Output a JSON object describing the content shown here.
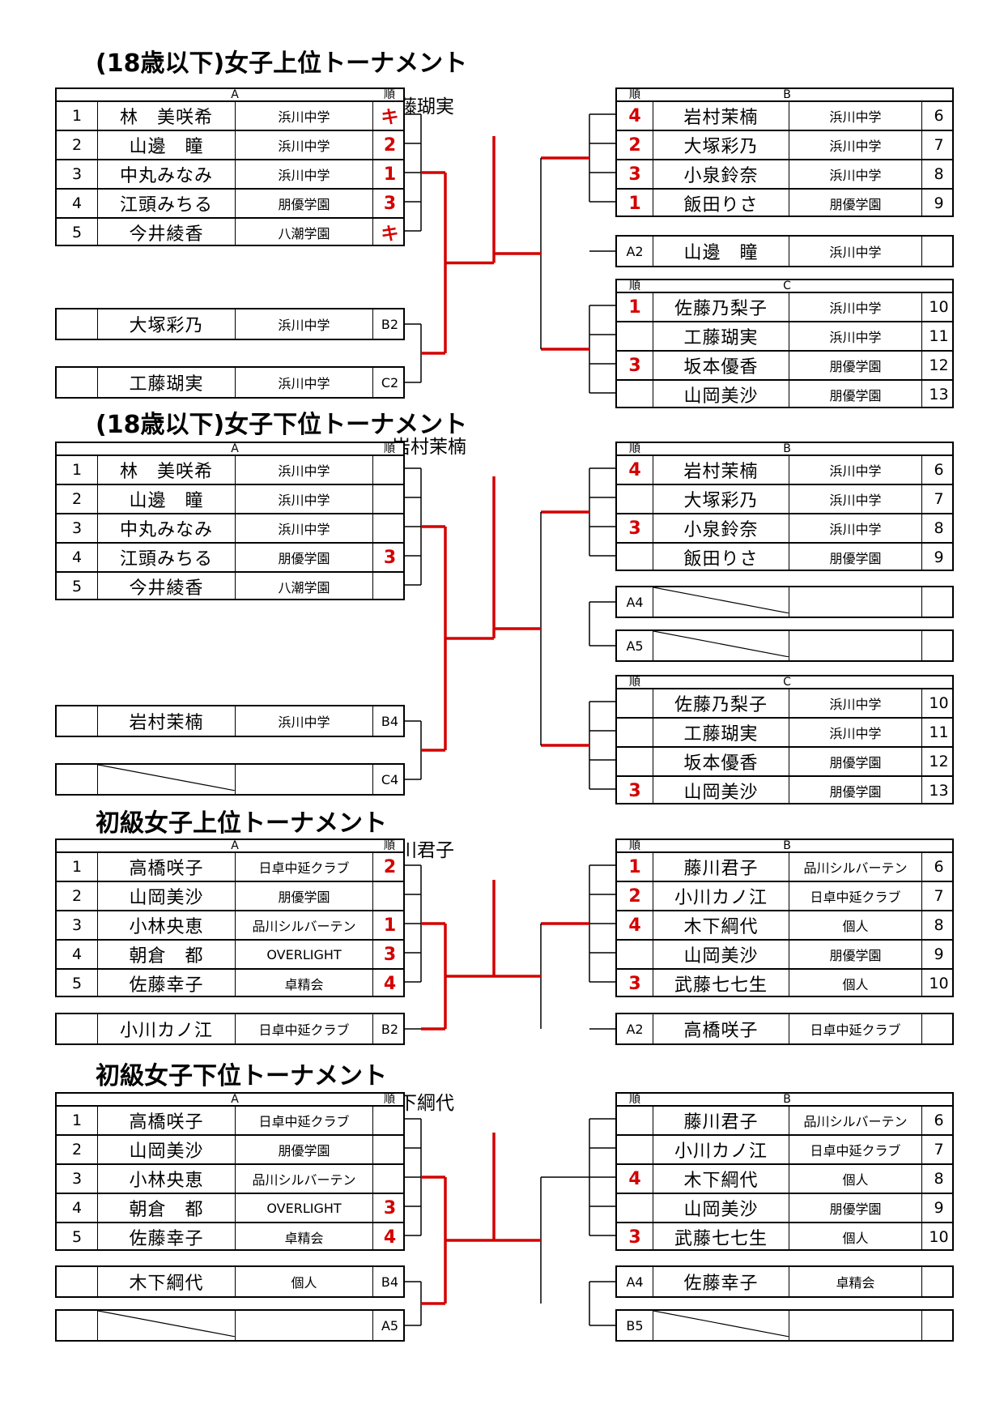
{
  "sections": [
    {
      "title": "(18歳以下)女子上位トーナメント",
      "winner": "工藤瑚実",
      "left_group": {
        "header": {
          "group": "A",
          "order": "順"
        },
        "rows": [
          {
            "idx": "1",
            "name": "林　美咲希",
            "team": "浜川中学",
            "order": "キ"
          },
          {
            "idx": "2",
            "name": "山邊　瞳",
            "team": "浜川中学",
            "order": "2"
          },
          {
            "idx": "3",
            "name": "中丸みなみ",
            "team": "浜川中学",
            "order": "1"
          },
          {
            "idx": "4",
            "name": "江頭みちる",
            "team": "朋優学園",
            "order": "3"
          },
          {
            "idx": "5",
            "name": "今井綾香",
            "team": "八潮学園",
            "order": "キ"
          }
        ]
      },
      "left_singles": [
        {
          "name": "大塚彩乃",
          "team": "浜川中学",
          "code": "B2"
        },
        {
          "name": "工藤瑚実",
          "team": "浜川中学",
          "code": "C2"
        }
      ],
      "right_groups": [
        {
          "header": {
            "group": "B",
            "order": "順"
          },
          "rows": [
            {
              "order": "4",
              "name": "岩村茉楠",
              "team": "浜川中学",
              "num": "6"
            },
            {
              "order": "2",
              "name": "大塚彩乃",
              "team": "浜川中学",
              "num": "7"
            },
            {
              "order": "3",
              "name": "小泉鈴奈",
              "team": "浜川中学",
              "num": "8"
            },
            {
              "order": "1",
              "name": "飯田りさ",
              "team": "朋優学園",
              "num": "9"
            }
          ]
        },
        {
          "header": {
            "group": "C",
            "order": "順"
          },
          "rows": [
            {
              "order": "1",
              "name": "佐藤乃梨子",
              "team": "浜川中学",
              "num": "10"
            },
            {
              "order": "",
              "name": "工藤瑚実",
              "team": "浜川中学",
              "num": "11"
            },
            {
              "order": "3",
              "name": "坂本優香",
              "team": "朋優学園",
              "num": "12"
            },
            {
              "order": "",
              "name": "山岡美沙",
              "team": "朋優学園",
              "num": "13"
            }
          ]
        }
      ],
      "right_singles": [
        {
          "code": "A2",
          "name": "山邊　瞳",
          "team": "浜川中学"
        }
      ]
    },
    {
      "title": "(18歳以下)女子下位トーナメント",
      "winner": "岩村茉楠",
      "left_group": {
        "header": {
          "group": "A",
          "order": "順"
        },
        "rows": [
          {
            "idx": "1",
            "name": "林　美咲希",
            "team": "浜川中学",
            "order": ""
          },
          {
            "idx": "2",
            "name": "山邊　瞳",
            "team": "浜川中学",
            "order": ""
          },
          {
            "idx": "3",
            "name": "中丸みなみ",
            "team": "浜川中学",
            "order": ""
          },
          {
            "idx": "4",
            "name": "江頭みちる",
            "team": "朋優学園",
            "order": "3"
          },
          {
            "idx": "5",
            "name": "今井綾香",
            "team": "八潮学園",
            "order": ""
          }
        ]
      },
      "left_singles": [
        {
          "name": "岩村茉楠",
          "team": "浜川中学",
          "code": "B4"
        },
        {
          "name": "",
          "team": "",
          "code": "C4"
        }
      ],
      "right_groups": [
        {
          "header": {
            "group": "B",
            "order": "順"
          },
          "rows": [
            {
              "order": "4",
              "name": "岩村茉楠",
              "team": "浜川中学",
              "num": "6"
            },
            {
              "order": "",
              "name": "大塚彩乃",
              "team": "浜川中学",
              "num": "7"
            },
            {
              "order": "3",
              "name": "小泉鈴奈",
              "team": "浜川中学",
              "num": "8"
            },
            {
              "order": "",
              "name": "飯田りさ",
              "team": "朋優学園",
              "num": "9"
            }
          ]
        },
        {
          "header": {
            "group": "C",
            "order": "順"
          },
          "rows": [
            {
              "order": "",
              "name": "佐藤乃梨子",
              "team": "浜川中学",
              "num": "10"
            },
            {
              "order": "",
              "name": "工藤瑚実",
              "team": "浜川中学",
              "num": "11"
            },
            {
              "order": "",
              "name": "坂本優香",
              "team": "朋優学園",
              "num": "12"
            },
            {
              "order": "3",
              "name": "山岡美沙",
              "team": "朋優学園",
              "num": "13"
            }
          ]
        }
      ],
      "right_singles": [
        {
          "code": "A4",
          "name": "",
          "team": ""
        },
        {
          "code": "A5",
          "name": "",
          "team": ""
        }
      ]
    },
    {
      "title": "初級女子上位トーナメント",
      "winner": "藤川君子",
      "left_group": {
        "header": {
          "group": "A",
          "order": "順"
        },
        "rows": [
          {
            "idx": "1",
            "name": "高橋咲子",
            "team": "日卓中延クラブ",
            "order": "2"
          },
          {
            "idx": "2",
            "name": "山岡美沙",
            "team": "朋優学園",
            "order": ""
          },
          {
            "idx": "3",
            "name": "小林央恵",
            "team": "品川シルバーテン",
            "order": "1"
          },
          {
            "idx": "4",
            "name": "朝倉　都",
            "team": "OVERLIGHT",
            "order": "3"
          },
          {
            "idx": "5",
            "name": "佐藤幸子",
            "team": "卓精会",
            "order": "4"
          }
        ]
      },
      "left_singles": [
        {
          "name": "小川カノ江",
          "team": "日卓中延クラブ",
          "code": "B2"
        }
      ],
      "right_groups": [
        {
          "header": {
            "group": "B",
            "order": "順"
          },
          "rows": [
            {
              "order": "1",
              "name": "藤川君子",
              "team": "品川シルバーテン",
              "num": "6"
            },
            {
              "order": "2",
              "name": "小川カノ江",
              "team": "日卓中延クラブ",
              "num": "7"
            },
            {
              "order": "4",
              "name": "木下綱代",
              "team": "個人",
              "num": "8"
            },
            {
              "order": "",
              "name": "山岡美沙",
              "team": "朋優学園",
              "num": "9"
            },
            {
              "order": "3",
              "name": "武藤七七生",
              "team": "個人",
              "num": "10"
            }
          ]
        }
      ],
      "right_singles": [
        {
          "code": "A2",
          "name": "高橋咲子",
          "team": "日卓中延クラブ"
        }
      ]
    },
    {
      "title": "初級女子下位トーナメント",
      "winner": "木下綱代",
      "left_group": {
        "header": {
          "group": "A",
          "order": "順"
        },
        "rows": [
          {
            "idx": "1",
            "name": "高橋咲子",
            "team": "日卓中延クラブ",
            "order": ""
          },
          {
            "idx": "2",
            "name": "山岡美沙",
            "team": "朋優学園",
            "order": ""
          },
          {
            "idx": "3",
            "name": "小林央恵",
            "team": "品川シルバーテン",
            "order": ""
          },
          {
            "idx": "4",
            "name": "朝倉　都",
            "team": "OVERLIGHT",
            "order": "3"
          },
          {
            "idx": "5",
            "name": "佐藤幸子",
            "team": "卓精会",
            "order": "4"
          }
        ]
      },
      "left_singles": [
        {
          "name": "木下綱代",
          "team": "個人",
          "code": "B4"
        },
        {
          "name": "",
          "team": "",
          "code": "A5"
        }
      ],
      "right_groups": [
        {
          "header": {
            "group": "B",
            "order": "順"
          },
          "rows": [
            {
              "order": "",
              "name": "藤川君子",
              "team": "品川シルバーテン",
              "num": "6"
            },
            {
              "order": "",
              "name": "小川カノ江",
              "team": "日卓中延クラブ",
              "num": "7"
            },
            {
              "order": "4",
              "name": "木下綱代",
              "team": "個人",
              "num": "8"
            },
            {
              "order": "",
              "name": "山岡美沙",
              "team": "朋優学園",
              "num": "9"
            },
            {
              "order": "3",
              "name": "武藤七七生",
              "team": "個人",
              "num": "10"
            }
          ]
        }
      ],
      "right_singles": [
        {
          "code": "A4",
          "name": "佐藤幸子",
          "team": "卓精会"
        },
        {
          "code": "B5",
          "name": "",
          "team": ""
        }
      ]
    }
  ],
  "colors": {
    "line": "#000000",
    "winner_path": "#d40000",
    "order_text": "#d40000"
  }
}
